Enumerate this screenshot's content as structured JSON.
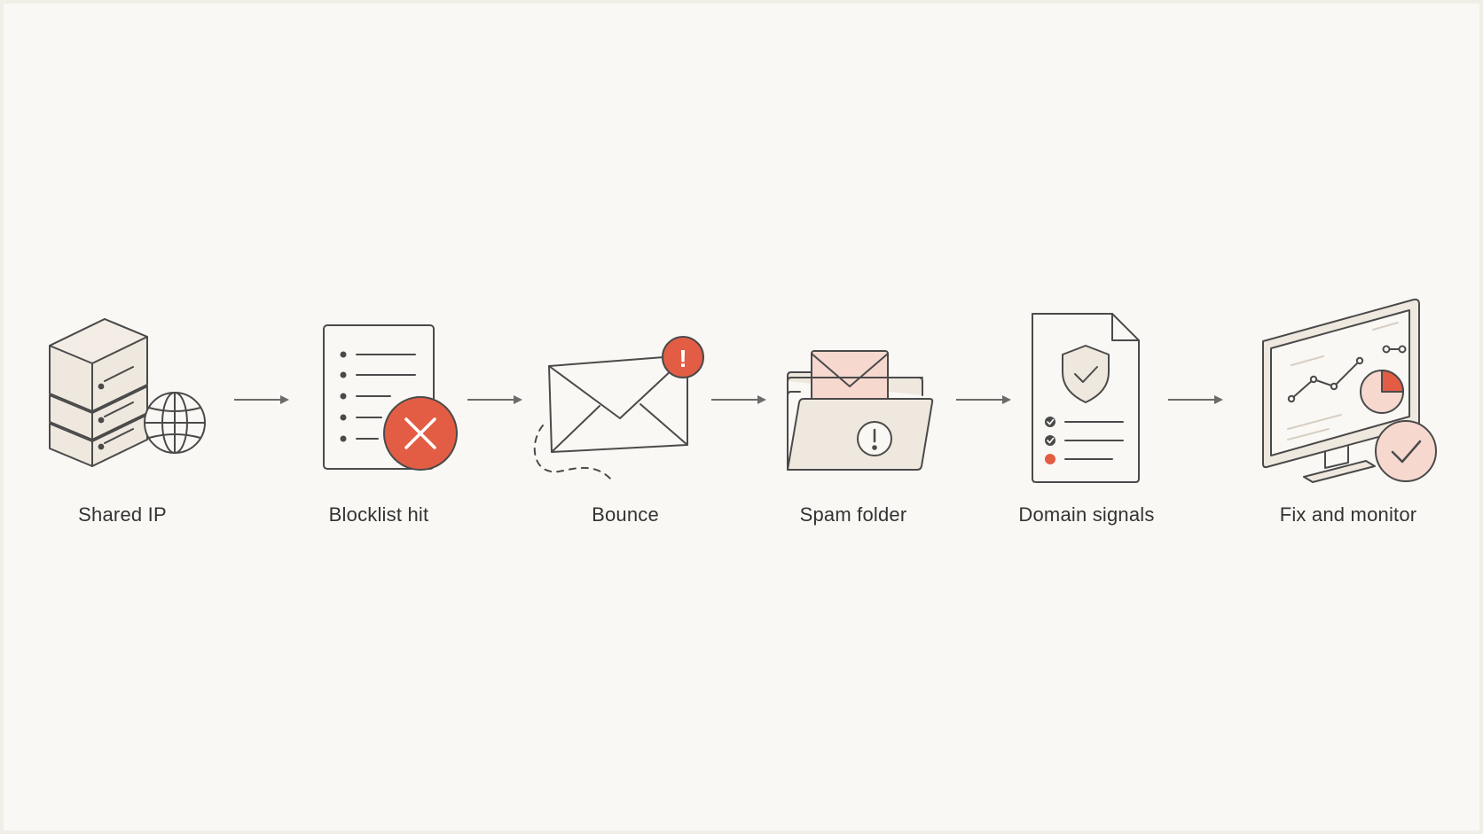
{
  "diagram": {
    "steps": [
      {
        "label": "Shared IP",
        "icon": "server-globe-icon"
      },
      {
        "label": "Blocklist hit",
        "icon": "blocklist-x-icon"
      },
      {
        "label": "Bounce",
        "icon": "bounced-envelope-icon"
      },
      {
        "label": "Spam folder",
        "icon": "spam-folder-icon"
      },
      {
        "label": "Domain signals",
        "icon": "shield-document-icon"
      },
      {
        "label": "Fix and monitor",
        "icon": "monitor-check-icon"
      }
    ],
    "alert_mark": "!"
  },
  "colors": {
    "background": "#faf8f4",
    "accent": "#e35d45",
    "accent_light": "#f6d8cf",
    "stroke": "#4a4a4a",
    "fill_light": "#efe8df",
    "arrow": "#6b6b6b"
  }
}
